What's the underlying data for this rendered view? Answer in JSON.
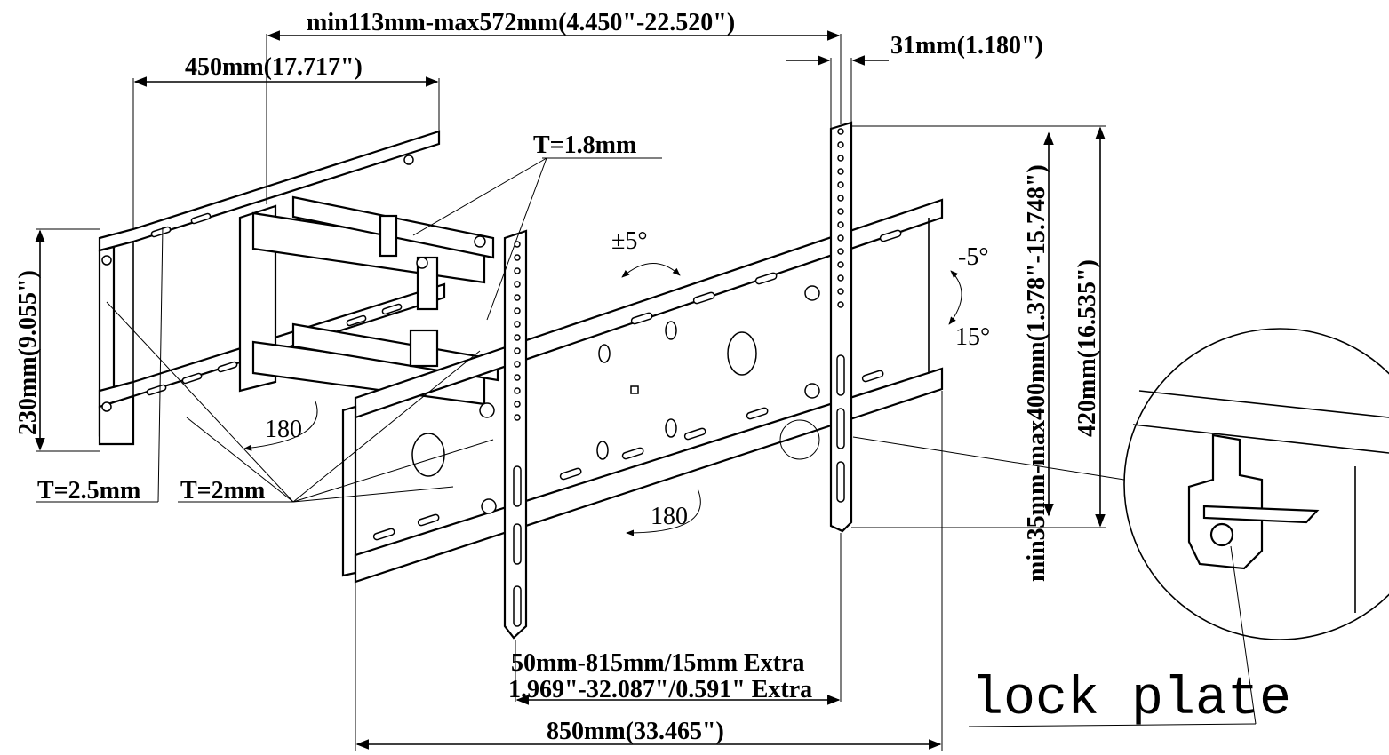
{
  "dimensions": {
    "arm_extension": "min113mm-max572mm(4.450\"-22.520\")",
    "wall_plate_width": "450mm(17.717\")",
    "plate_depth": "31mm(1.180\")",
    "wall_plate_height": "230mm(9.055\")",
    "vertical_range": "min35mm-max400mm(1.378\"-15.748\")",
    "bracket_height": "420mm(16.535\")",
    "horizontal_range_mm": "50mm-815mm/15mm Extra",
    "horizontal_range_in": "1.969\"-32.087\"/0.591\" Extra",
    "total_width": "850mm(33.465\")"
  },
  "thickness": {
    "arm": "T=1.8mm",
    "wall_plate": "T=2.5mm",
    "tv_plate": "T=2mm"
  },
  "angles": {
    "rotate": "±5°",
    "tilt_up": "-5°",
    "tilt_down": "15°",
    "swivel_wall": "180",
    "swivel_tv": "180"
  },
  "callout": {
    "label": "lock plate"
  }
}
